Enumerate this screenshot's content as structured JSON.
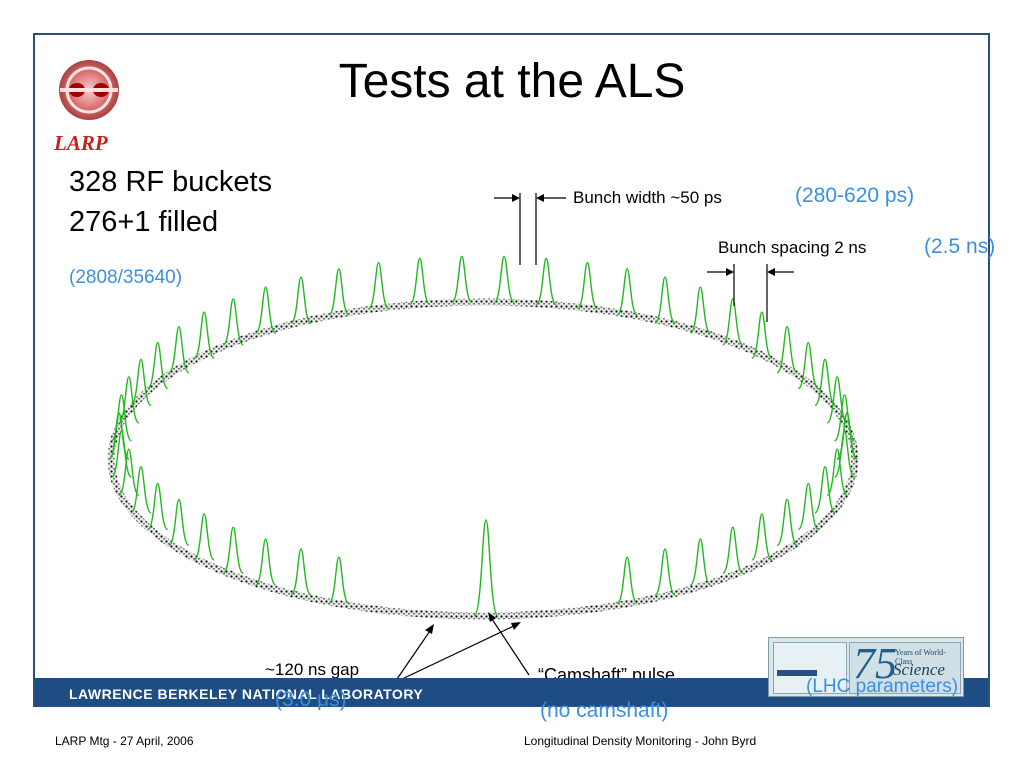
{
  "slide": {
    "title": "Tests at the ALS",
    "logo_text": "LARP",
    "rf_buckets": "328 RF buckets",
    "filled": "276+1 filled",
    "lhc_fill": "(2808/35640)",
    "bunch_width": "Bunch width ~50 ps",
    "bunch_width_lhc": "(280-620 ps)",
    "bunch_spacing": "Bunch spacing 2 ns",
    "bunch_spacing_lhc": "(2.5 ns)",
    "gap": "~120 ns gap",
    "gap_lhc": "(3.0 μs)",
    "camshaft": "“Camshaft” pulse",
    "camshaft_lhc": "(no camshaft)",
    "lhc_parameters": "(LHC parameters)"
  },
  "footer": {
    "lab_name": "LAWRENCE BERKELEY NATIONAL LABORATORY",
    "meeting": "LARP Mtg  -  27 April, 2006",
    "talk": "Longitudinal Density Monitoring  -  John Byrd"
  },
  "badge": {
    "number": "75",
    "subtitle": "Years of World-Class",
    "word": "Science"
  },
  "colors": {
    "frame": "#2a4f84",
    "footer_bar": "#1d4d82",
    "highlight_blue": "#3b8fe3",
    "pulse_green": "#22b81e",
    "logo_red": "#c8201f"
  }
}
